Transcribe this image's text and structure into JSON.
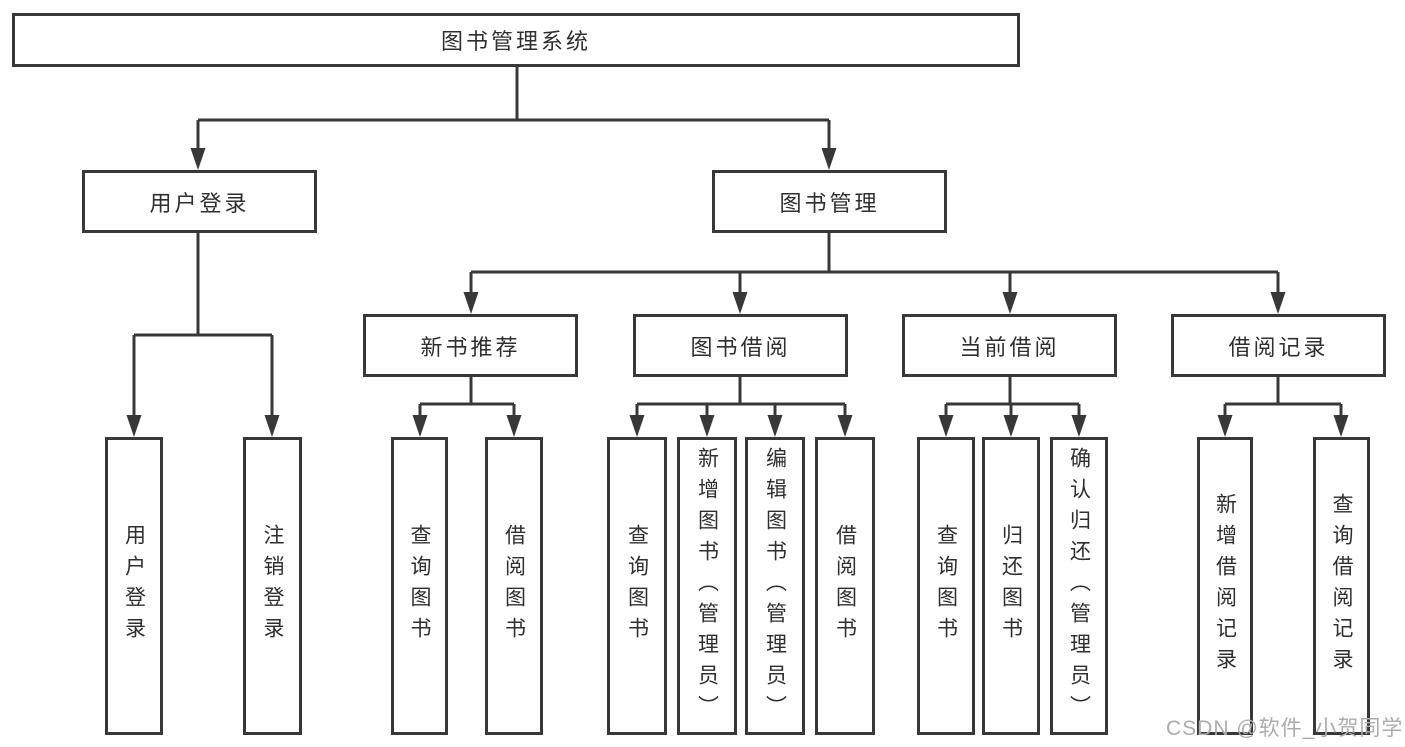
{
  "diagram": {
    "root": "图书管理系统",
    "level2": {
      "user_login": "用户登录",
      "book_mgmt": "图书管理"
    },
    "level3": {
      "new_books": "新书推荐",
      "book_borrow": "图书借阅",
      "current_borrow": "当前借阅",
      "borrow_records": "借阅记录"
    },
    "leaves": {
      "user_login": [
        "用户登录",
        "注销登录"
      ],
      "new_books": [
        "查询图书",
        "借阅图书"
      ],
      "book_borrow": [
        "查询图书",
        "新增图书（管理员）",
        "编辑图书（管理员）",
        "借阅图书"
      ],
      "current_borrow": [
        "查询图书",
        "归还图书",
        "确认归还（管理员）"
      ],
      "borrow_records": [
        "新增借阅记录",
        "查询借阅记录"
      ]
    },
    "watermark": "CSDN @软件_小贺同学",
    "colors": {
      "line": "#383838",
      "text": "#2f2f2f",
      "background": "#ffffff",
      "watermark": "#acacac"
    }
  }
}
